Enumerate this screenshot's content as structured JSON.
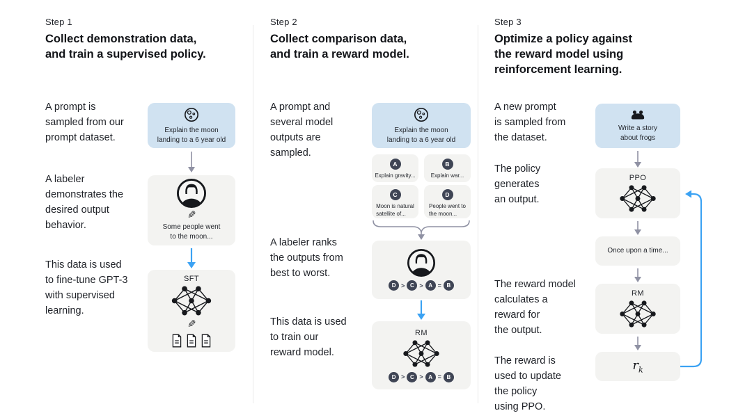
{
  "colors": {
    "blue-box": "#d0e2f1",
    "gray-box": "#f3f3f1",
    "badge-bg": "#3f4555",
    "arrow-gray": "#8f91a3",
    "arrow-blue": "#3ba2f3",
    "text": "#1f2228",
    "divider": "#e9e9e9"
  },
  "icons": {
    "moon": "moon-icon",
    "labeler": "person-avatar-icon",
    "pencil": "pencil-icon",
    "network": "neural-network-icon",
    "document": "document-icon",
    "frog": "frog-icon"
  },
  "steps": [
    {
      "label": "Step 1",
      "title": "Collect demonstration data,\nand train a supervised policy.",
      "annotations": [
        "A prompt is\nsampled from our\nprompt dataset.",
        "A labeler\ndemonstrates the\ndesired output\nbehavior.",
        "This data is used\nto fine-tune GPT-3\nwith supervised\nlearning."
      ],
      "diagram": {
        "prompt": "Explain the moon\nlanding to a 6 year old",
        "labeler_output": "Some people went\nto the moon...",
        "model_label": "SFT"
      }
    },
    {
      "label": "Step 2",
      "title": "Collect comparison data,\nand train a reward model.",
      "annotations": [
        "A prompt and\nseveral model\noutputs are\nsampled.",
        "A labeler ranks\nthe outputs from\nbest to worst.",
        "This data is used\nto train our\nreward model."
      ],
      "diagram": {
        "prompt": "Explain the moon\nlanding to a 6 year old",
        "outputs": [
          {
            "badge": "A",
            "text": "Explain gravity..."
          },
          {
            "badge": "B",
            "text": "Explain war..."
          },
          {
            "badge": "C",
            "text": "Moon is natural\nsatellite of..."
          },
          {
            "badge": "D",
            "text": "People went to\nthe moon..."
          }
        ],
        "ranking": {
          "r0": "D",
          "op0": ">",
          "r1": "C",
          "op1": ">",
          "r2": "A",
          "op2": "=",
          "r3": "B"
        },
        "model_label": "RM"
      }
    },
    {
      "label": "Step 3",
      "title": "Optimize a policy against\nthe reward model using\nreinforcement learning.",
      "annotations": [
        "A new prompt\nis sampled from\nthe dataset.",
        "The policy\ngenerates\nan output.",
        "The reward model\ncalculates a\nreward for\nthe output.",
        "The reward is\nused to update\nthe policy\nusing PPO."
      ],
      "diagram": {
        "prompt": "Write a story\nabout frogs",
        "policy_label": "PPO",
        "output": "Once upon a time...",
        "model_label": "RM",
        "reward_var": "r",
        "reward_sub": "k"
      }
    }
  ]
}
